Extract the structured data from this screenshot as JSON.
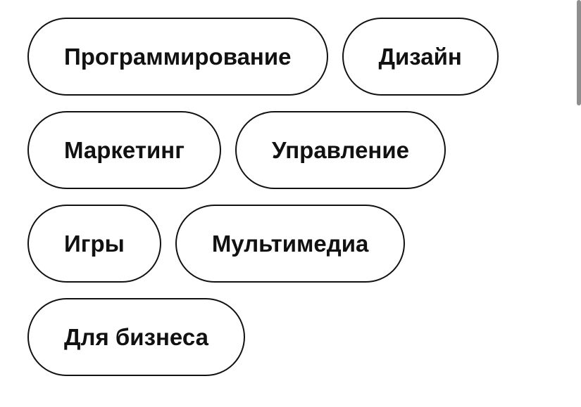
{
  "categories": {
    "items": [
      {
        "label": "Программирование"
      },
      {
        "label": "Дизайн"
      },
      {
        "label": "Маркетинг"
      },
      {
        "label": "Управление"
      },
      {
        "label": "Игры"
      },
      {
        "label": "Мультимедиа"
      },
      {
        "label": "Для бизнеса"
      }
    ]
  },
  "colors": {
    "border": "#111111",
    "text": "#111111",
    "background": "#ffffff",
    "scrollbar": "#8e8e8e"
  }
}
